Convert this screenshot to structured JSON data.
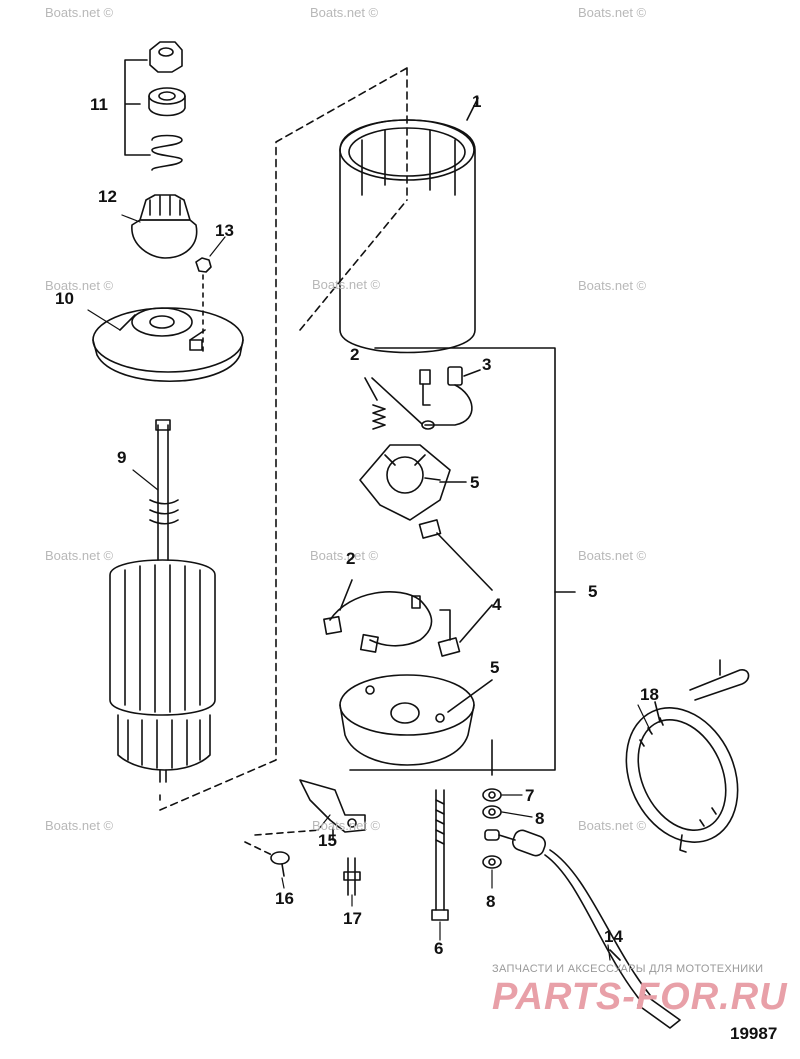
{
  "callouts": {
    "c1": "1",
    "c2a": "2",
    "c3": "3",
    "c5a": "5",
    "c2b": "2",
    "c4": "4",
    "c5b": "5",
    "c5c": "5",
    "c7": "7",
    "c8a": "8",
    "c8b": "8",
    "c6": "6",
    "c9": "9",
    "c10": "10",
    "c11": "11",
    "c12": "12",
    "c13": "13",
    "c14": "14",
    "c15": "15",
    "c16": "16",
    "c17": "17",
    "c18": "18"
  },
  "watermark": "Boats.net ©",
  "shop_tagline": "ЗАПЧАСТИ И АКСЕССУАРЫ ДЛЯ МОТОТЕХНИКИ",
  "shop_logo": "PARTS-FOR.RU",
  "diagram_number": "19987",
  "colors": {
    "line": "#111111",
    "watermark": "#b8b8b8",
    "logo": "#e8a0a8"
  }
}
